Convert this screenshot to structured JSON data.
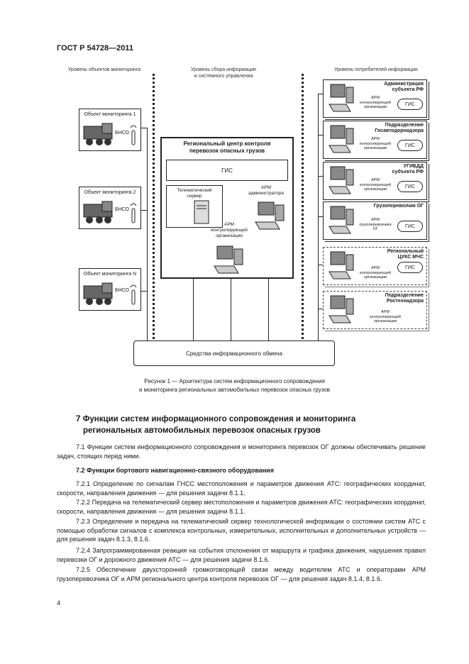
{
  "header": "ГОСТ Р 54728—2011",
  "levels": {
    "objects": "Уровень объектов мониторинга",
    "collection_1": "Уровень сбора информации",
    "collection_2": "и системного управления",
    "consumers": "Уровень потребителей информации"
  },
  "objects": [
    {
      "label": "Объект мониторинга 1",
      "device": "БНСО"
    },
    {
      "label": "Объект мониторинга 2",
      "device": "БНСО"
    },
    {
      "label": "Объект мониторинга N",
      "device": "БНСО"
    }
  ],
  "center": {
    "title_1": "Региональный центр контроля",
    "title_2": "перевозок опасных грузов",
    "gis": "ГИС",
    "server_1": "Телематический",
    "server_2": "сервер",
    "admin_1": "АРМ",
    "admin_2": "администратора",
    "arm_1": "АРМ",
    "arm_2": "контролирующей",
    "arm_3": "организации"
  },
  "consumers": [
    {
      "title_1": "Администрация",
      "title_2": "субъекта РФ",
      "arm_1": "АРМ",
      "arm_2": "контролирующей",
      "arm_3": "организации",
      "gis": "ГИС"
    },
    {
      "title_1": "Подразделение",
      "title_2": "Госавтодорнадзора",
      "arm_1": "АРМ",
      "arm_2": "контролирующей",
      "arm_3": "организации",
      "gis": "ГИС"
    },
    {
      "title_1": "УГИБДД",
      "title_2": "субъекта РФ",
      "arm_1": "АРМ",
      "arm_2": "контролирующей",
      "arm_3": "организации",
      "gis": "ГИС"
    },
    {
      "title_1": "Грузоперевозчик ОГ",
      "title_2": "",
      "arm_1": "АРМ",
      "arm_2": "грузоперевозчика",
      "arm_3": "ОГ",
      "gis": "ГИС"
    },
    {
      "title_1": "Региональный",
      "title_2": "ЦУКС МЧС",
      "arm_1": "АРМ",
      "arm_2": "контролирующей",
      "arm_3": "организации",
      "gis": "ГИС"
    },
    {
      "title_1": "Подразделение",
      "title_2": "Ростехнадзора",
      "arm_1": "АРМ",
      "arm_2": "контролирующей",
      "arm_3": "организации",
      "gis": ""
    }
  ],
  "exchange": "Средства информационного обмена",
  "caption_1": "Рисунок  1 — Архитектура систем информационного сопровождения",
  "caption_2": "и мониторинга региональных автомобильных перевозок опасных грузов",
  "section_title_1": "7  Функции систем информационного сопровождения и мониторинга",
  "section_title_2": "региональных автомобильных перевозок опасных грузов",
  "p71": "7.1 Функции систем информационного сопровождения и мониторинга перевозок ОГ должны обеспечивать решение задач, стоящих перед ними.",
  "sub72": "7.2 Функции бортового навигационно-связного оборудования",
  "p721": "7.2.1 Определение по сигналам ГНСС местоположения и параметров движения АТС: географических координат, скорости, направления движения — для решения задачи 8.1.1.",
  "p722": "7.2.2 Передача на телематический сервер местоположения и параметров движения АТС: географических координат, скорости, направления движения — для решения задачи 8.1.1.",
  "p723": "7.2.3 Определение и передача на телематический сервер технологической информации о состоянии систем АТС с помощью обработки сигналов с комплекса контрольных, измерительных, исполнительных и дополнительных устройств — для решения задач 8.1.3, 8.1.6.",
  "p724": "7.2.4 Запрограммированная реакция на события отклонения от маршрута и графика движения, нарушения правил перевозки ОГ и дорожного движения АТС — для решения задачи 8.1.6.",
  "p725": "7.2.5 Обеспечение двухсторонней громкоговорящей связи между водителем АТС и операторами АРМ грузоперевозчика ОГ и АРМ регионального центра контроля перевозок ОГ — для решения задач 8.1.4, 8.1.6.",
  "page_number": "4"
}
